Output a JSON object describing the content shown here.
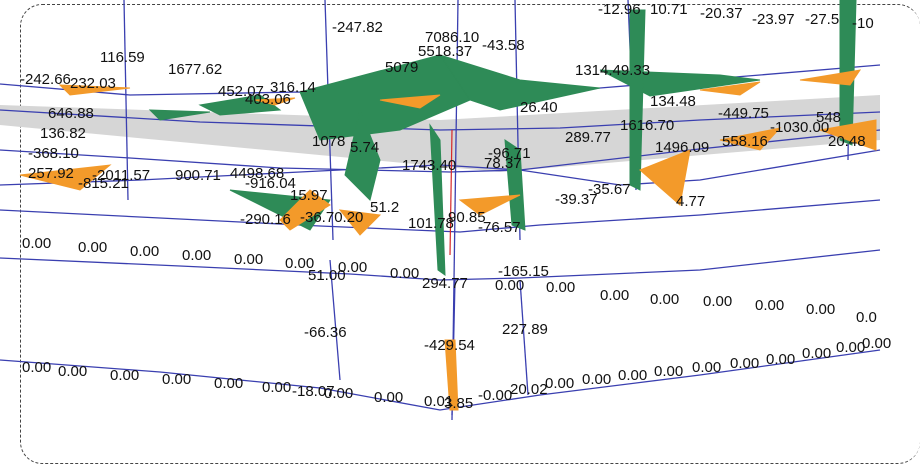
{
  "colors": {
    "frame": "#3a3fb0",
    "positive": "#2e8b57",
    "negative": "#f39a2a",
    "slab": "#d6d6d6",
    "column_red": "#d62728",
    "text": "#111111"
  },
  "top_row_values": [
    "-12.96",
    "10.71",
    "-20.37",
    "-23.97",
    "-27.5",
    "-10",
    "-247.82",
    "7086.10",
    "5518.37",
    "-43.58",
    "5079",
    "116.59",
    "1677.62",
    "-242.66",
    "232.03",
    "1314.49.33",
    "134.48",
    "-449.75",
    "289.77",
    "1616.70",
    "-368.10",
    "136.82",
    "646.88",
    "1078",
    "5.74",
    "1743.40",
    "-96.71",
    "78.37",
    "257.92",
    "-815.21",
    "-2011.57",
    "900.71",
    "4498.68",
    "-916.04",
    "-290.16",
    "-36.70.20",
    "101.78",
    "4.77",
    "-35.67",
    "-39.37",
    "548",
    "20.48",
    "1496.09",
    "558.16",
    "-1030.00",
    "452.07",
    "316.14",
    "403.06",
    "26.40",
    "15.97",
    "51.2",
    "90.85",
    "-76.57"
  ],
  "mid_row_values": [
    "0.00",
    "0.00",
    "0.00",
    "0.00",
    "0.00",
    "0.00",
    "51.00",
    "0.00",
    "0.00",
    "294.77",
    "-165.15",
    "0.00",
    "0.00",
    "0.00",
    "0.00",
    "0.00",
    "0.00",
    "0.00",
    "0.0"
  ],
  "mid_annotations": [
    "-66.36",
    "-429.54",
    "227.89"
  ],
  "bottom_row_values": [
    "0.00",
    "0.00",
    "0.00",
    "0.00",
    "0.00",
    "0.00",
    "-18.07",
    "0.00",
    "0.00",
    "0.01",
    "3.85",
    "-0.00",
    "20.02",
    "0.00",
    "0.00",
    "0.00",
    "0.00",
    "0.00",
    "0.00",
    "0.00",
    "0.00",
    "0.00",
    "0.00"
  ]
}
